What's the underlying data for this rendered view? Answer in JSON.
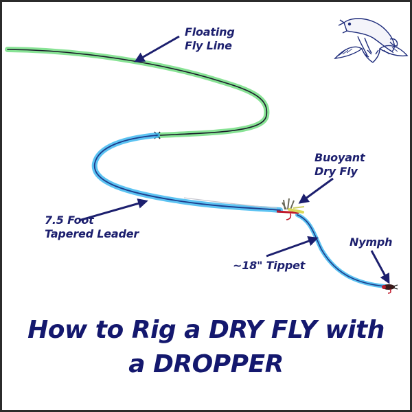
{
  "diagram": {
    "title_lines": [
      "How to Rig a DRY FLY with",
      "a DROPPER"
    ],
    "labels": {
      "fly_line": [
        "Floating",
        "Fly Line"
      ],
      "dry_fly": [
        "Buoyant",
        "Dry Fly"
      ],
      "leader": [
        "7.5 Foot",
        "Tapered Leader"
      ],
      "tippet": [
        "~18\" Tippet"
      ],
      "nymph": [
        "Nymph"
      ]
    },
    "logo": "leaping-trout-logo",
    "colors": {
      "text": "#1c1f6e",
      "fly_line_highlight": "#7be08a",
      "leader_highlight": "#3fb9f0",
      "line_ink": "#1a1a3a",
      "border": "#2b2b2b"
    }
  }
}
